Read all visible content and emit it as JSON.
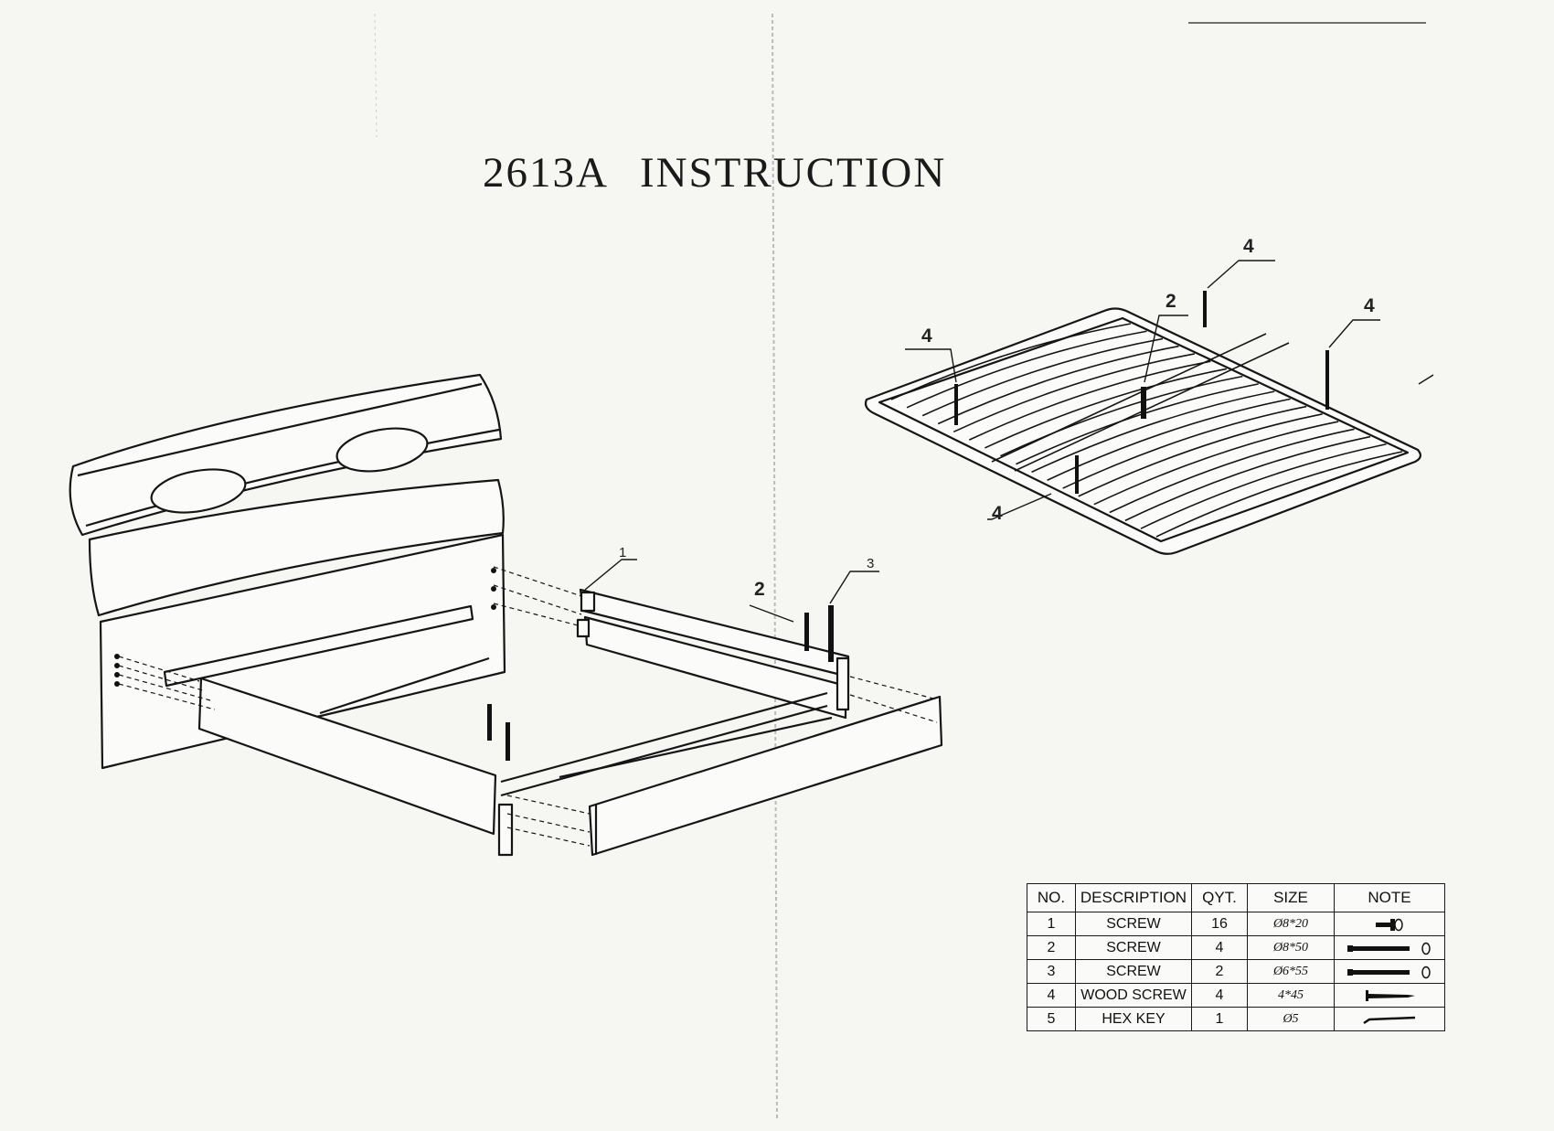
{
  "title": {
    "model": "2613A",
    "word": "INSTRUCTION"
  },
  "callouts": {
    "slat_top": "4",
    "slat_center": "2",
    "slat_right": "4",
    "slat_left": "4",
    "slat_bottom": "4",
    "frame_rail": "1",
    "frame_bolt_a": "2",
    "frame_bolt_b": "3"
  },
  "parts_table": {
    "headers": {
      "no": "NO.",
      "description": "DESCRIPTION",
      "qty": "QYT.",
      "size": "SIZE",
      "note": "NOTE"
    },
    "rows": [
      {
        "no": "1",
        "description": "SCREW",
        "qty": "16",
        "size": "Ø8*20",
        "icon": "short-bolt-icon"
      },
      {
        "no": "2",
        "description": "SCREW",
        "qty": "4",
        "size": "Ø8*50",
        "icon": "long-bolt-icon"
      },
      {
        "no": "3",
        "description": "SCREW",
        "qty": "2",
        "size": "Ø6*55",
        "icon": "long-bolt-icon"
      },
      {
        "no": "4",
        "description": "WOOD SCREW",
        "qty": "4",
        "size": "4*45",
        "icon": "wood-screw-icon"
      },
      {
        "no": "5",
        "description": "HEX KEY",
        "qty": "1",
        "size": "Ø5",
        "icon": "hex-key-icon"
      }
    ]
  },
  "colors": {
    "paper": "#f6f6f3",
    "ink": "#1a1a1a"
  }
}
